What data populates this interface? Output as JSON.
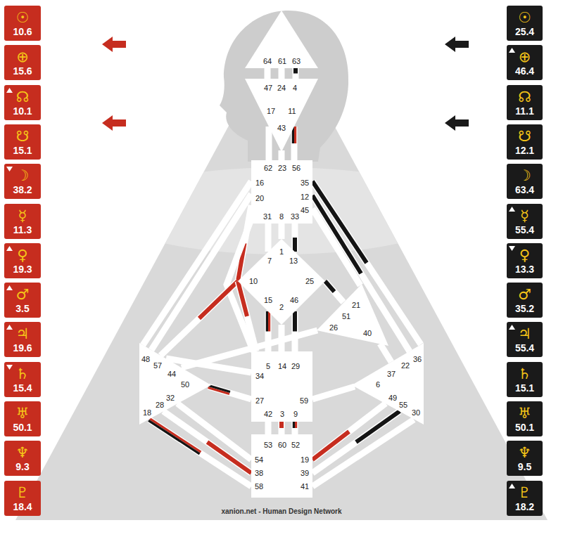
{
  "diagram": {
    "nodes": [
      {
        "text": [
          "☉",
          "10.6"
        ]
      },
      {
        "text": [
          "⊕",
          "15.6"
        ]
      },
      {
        "text": [
          "☊",
          "10.1"
        ]
      },
      {
        "text": [
          "☋",
          "15.1"
        ]
      },
      {
        "text": [
          "☽",
          "38.2"
        ]
      },
      {
        "text": [
          "☿",
          "11.3"
        ]
      },
      {
        "text": [
          "♀",
          "19.3"
        ]
      },
      {
        "text": [
          "♂",
          "3.5"
        ]
      },
      {
        "text": [
          "♃",
          "19.6"
        ]
      },
      {
        "text": [
          "♄",
          "15.4"
        ]
      },
      {
        "text": [
          "♅",
          "50.1"
        ]
      },
      {
        "text": [
          "♆",
          "9.3"
        ]
      },
      {
        "text": [
          "♇",
          "18.4"
        ]
      },
      {
        "text": [
          "64",
          "61",
          "63"
        ]
      },
      {
        "text": [
          "47",
          "24",
          "4",
          "17",
          "11",
          "43"
        ]
      },
      {
        "text": [
          "62",
          "23",
          "56",
          "16",
          "35",
          "20",
          "12",
          "45",
          "31",
          "8",
          "33"
        ]
      },
      {
        "text": [
          "1",
          "7",
          "13",
          "10",
          "25",
          "15",
          "2",
          "46"
        ]
      },
      {
        "text": [
          "21",
          "51",
          "26",
          "40"
        ]
      },
      {
        "text": [
          "48",
          "57",
          "44",
          "50",
          "32",
          "28",
          "18"
        ]
      },
      {
        "text": [
          "5",
          "14",
          "29",
          "34",
          "27",
          "59",
          "42",
          "3",
          "9"
        ]
      },
      {
        "text": [
          "36",
          "22",
          "37",
          "6",
          "49",
          "55",
          "30"
        ]
      },
      {
        "text": [
          "53",
          "60",
          "52",
          "54",
          "19",
          "38",
          "39",
          "58",
          "41"
        ]
      },
      {
        "text": [
          "☉",
          "25.4"
        ]
      },
      {
        "text": [
          "⊕",
          "46.4"
        ]
      },
      {
        "text": [
          "☊",
          "11.1"
        ]
      },
      {
        "text": [
          "☋",
          "12.1"
        ]
      },
      {
        "text": [
          "☽",
          "63.4"
        ]
      },
      {
        "text": [
          "☿",
          "55.4"
        ]
      },
      {
        "text": [
          "♀",
          "13.3"
        ]
      },
      {
        "text": [
          "♂",
          "35.2"
        ]
      },
      {
        "text": [
          "♃",
          "55.4"
        ]
      },
      {
        "text": [
          "♄",
          "15.1"
        ]
      },
      {
        "text": [
          "♅",
          "50.1"
        ]
      },
      {
        "text": [
          "♆",
          "9.5"
        ]
      },
      {
        "text": [
          "♇",
          "18.2"
        ]
      }
    ],
    "edges": [
      {
        "from": 13,
        "to": 14,
        "arrow": "none"
      },
      {
        "from": 13,
        "to": 14,
        "arrow": "none"
      },
      {
        "from": 13,
        "to": 14,
        "arrow": "none"
      },
      {
        "from": 14,
        "to": 15,
        "arrow": "none"
      },
      {
        "from": 14,
        "to": 15,
        "arrow": "none"
      },
      {
        "from": 14,
        "to": 15,
        "arrow": "none"
      },
      {
        "from": 15,
        "to": 18,
        "arrow": "none"
      },
      {
        "from": 15,
        "to": 18,
        "arrow": "none"
      },
      {
        "from": 15,
        "to": 16,
        "arrow": "none"
      },
      {
        "from": 15,
        "to": 19,
        "arrow": "none"
      },
      {
        "from": 15,
        "to": 16,
        "arrow": "none"
      },
      {
        "from": 15,
        "to": 16,
        "arrow": "none"
      },
      {
        "from": 15,
        "to": 16,
        "arrow": "none"
      },
      {
        "from": 15,
        "to": 20,
        "arrow": "none"
      },
      {
        "from": 15,
        "to": 20,
        "arrow": "none"
      },
      {
        "from": 15,
        "to": 17,
        "arrow": "none"
      },
      {
        "from": 16,
        "to": 18,
        "arrow": "none"
      },
      {
        "from": 16,
        "to": 19,
        "arrow": "none"
      },
      {
        "from": 16,
        "to": 19,
        "arrow": "none"
      },
      {
        "from": 16,
        "to": 19,
        "arrow": "none"
      },
      {
        "from": 16,
        "to": 19,
        "arrow": "none"
      },
      {
        "from": 16,
        "to": 17,
        "arrow": "none"
      },
      {
        "from": 17,
        "to": 18,
        "arrow": "none"
      },
      {
        "from": 17,
        "to": 20,
        "arrow": "none"
      },
      {
        "from": 19,
        "to": 18,
        "arrow": "none"
      },
      {
        "from": 19,
        "to": 18,
        "arrow": "none"
      },
      {
        "from": 19,
        "to": 20,
        "arrow": "none"
      },
      {
        "from": 19,
        "to": 21,
        "arrow": "none"
      },
      {
        "from": 19,
        "to": 21,
        "arrow": "none"
      },
      {
        "from": 19,
        "to": 21,
        "arrow": "none"
      },
      {
        "from": 18,
        "to": 21,
        "arrow": "none"
      },
      {
        "from": 18,
        "to": 21,
        "arrow": "none"
      },
      {
        "from": 18,
        "to": 21,
        "arrow": "none"
      },
      {
        "from": 21,
        "to": 20,
        "arrow": "none"
      },
      {
        "from": 21,
        "to": 20,
        "arrow": "none"
      },
      {
        "from": 21,
        "to": 20,
        "arrow": "none"
      }
    ],
    "labels": [
      "xanion.net - Human Design Network"
    ]
  }
}
